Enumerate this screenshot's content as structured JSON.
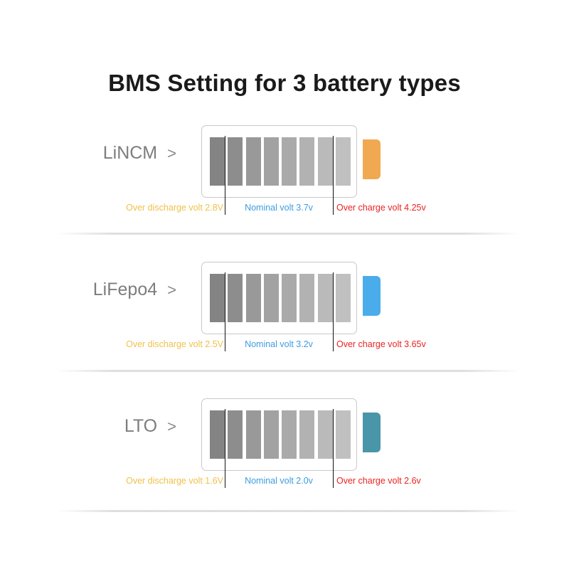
{
  "page": {
    "title": "BMS Setting for 3 battery types",
    "background": "#ffffff"
  },
  "colors": {
    "title": "#1a1a1a",
    "type_label": "#7d7d7d",
    "discharge": "#f0c14b",
    "nominal": "#3d9de0",
    "charge": "#ec2222",
    "battery_outline": "#c9c9c9",
    "divider_line": "#111111",
    "separator": "#dddddd",
    "bar_gradient": [
      "#848484",
      "#8d8d8d",
      "#999999",
      "#a2a2a2",
      "#aaaaaa",
      "#b2b2b2",
      "#bababa",
      "#c0c0c0"
    ]
  },
  "bar_count": 8,
  "rows": [
    {
      "type": "LiNCM",
      "chevron": ">",
      "cap_color": "#f0a951",
      "over_discharge_label": "Over discharge volt 2.8V",
      "nominal_label": "Nominal volt 3.7v",
      "over_charge_label": "Over charge volt 4.25v",
      "over_discharge_volt": "2.8V",
      "nominal_volt": "3.7v",
      "over_charge_volt": "4.25v"
    },
    {
      "type": "LiFepo4",
      "chevron": ">",
      "cap_color": "#4bace b",
      "over_discharge_label": "Over discharge volt 2.5V",
      "nominal_label": "Nominal volt 3.2v",
      "over_charge_label": "Over charge volt 3.65v",
      "over_discharge_volt": "2.5V",
      "nominal_volt": "3.2v",
      "over_charge_volt": "3.65v"
    },
    {
      "type": "LTO",
      "chevron": ">",
      "cap_color": "#4896a8",
      "over_discharge_label": "Over discharge volt 1.6V",
      "nominal_label": "Nominal volt 2.0v",
      "over_charge_label": "Over charge volt 2.6v",
      "over_discharge_volt": "1.6V",
      "nominal_volt": "2.0v",
      "over_charge_volt": "2.6v"
    }
  ],
  "chart_data": {
    "type": "bar",
    "title": "BMS Setting for 3 battery types",
    "xlabel": "",
    "ylabel": "",
    "categories": [
      "LiNCM",
      "LiFepo4",
      "LTO"
    ],
    "series": [
      {
        "name": "Over discharge volt (V)",
        "values": [
          2.8,
          2.5,
          1.6
        ]
      },
      {
        "name": "Nominal volt (V)",
        "values": [
          3.7,
          3.2,
          2.0
        ]
      },
      {
        "name": "Over charge volt (V)",
        "values": [
          4.25,
          3.65,
          2.6
        ]
      }
    ],
    "legend_position": "inline-below-each-battery",
    "grid": false,
    "notes": "Each row is a battery icon with 8 charge segments; two vertical rules mark the over-discharge and over-charge thresholds."
  }
}
